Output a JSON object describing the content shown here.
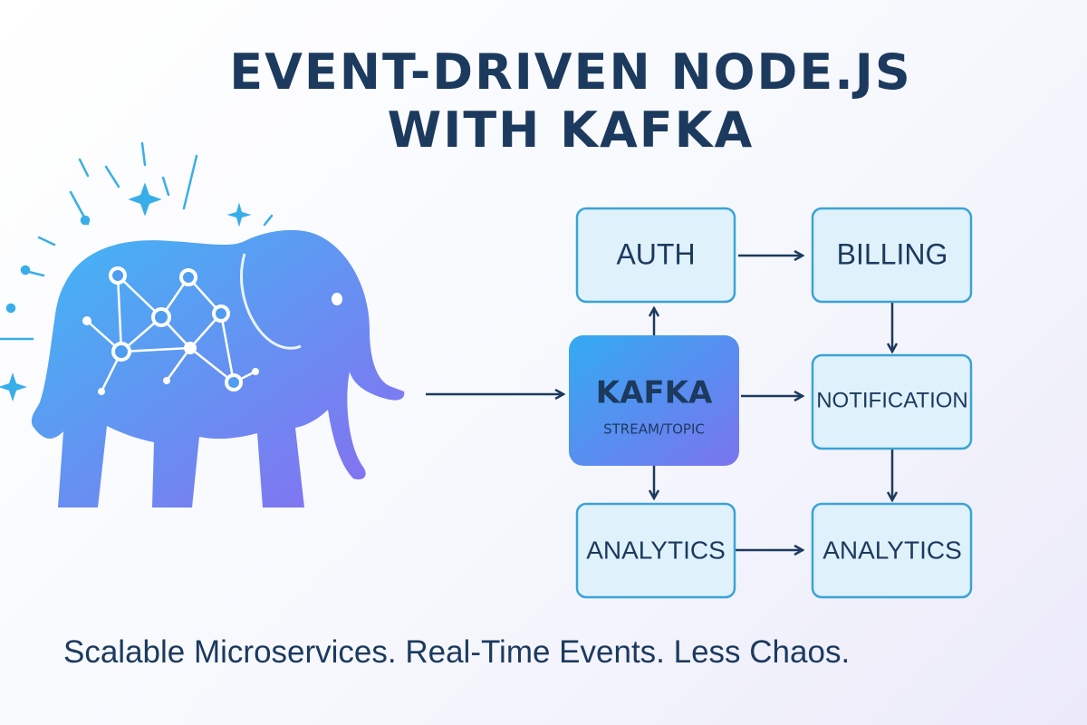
{
  "title": {
    "line1": "EVENT-DRIVEN NODE.JS",
    "line2": "WITH KAFKA"
  },
  "tagline": "Scalable Microservices. Real-Time Events. Less Chaos.",
  "diagram": {
    "hub": {
      "label": "KAFKA",
      "sublabel": "STREAM/TOPIC"
    },
    "services": {
      "auth": "AUTH",
      "billing": "BILLING",
      "notification": "NOTIFICATION",
      "analytics_left": "ANALYTICS",
      "analytics_right": "ANALYTICS"
    }
  },
  "colors": {
    "heading": "#1c3a5e",
    "box_fill": "#dff1fb",
    "box_stroke": "#3aa3d6",
    "hub_gradient_start": "#33aaf2",
    "hub_gradient_end": "#7b74ee",
    "elephant_gradient_start": "#3fb8f4",
    "elephant_gradient_end": "#8a6cf0"
  }
}
